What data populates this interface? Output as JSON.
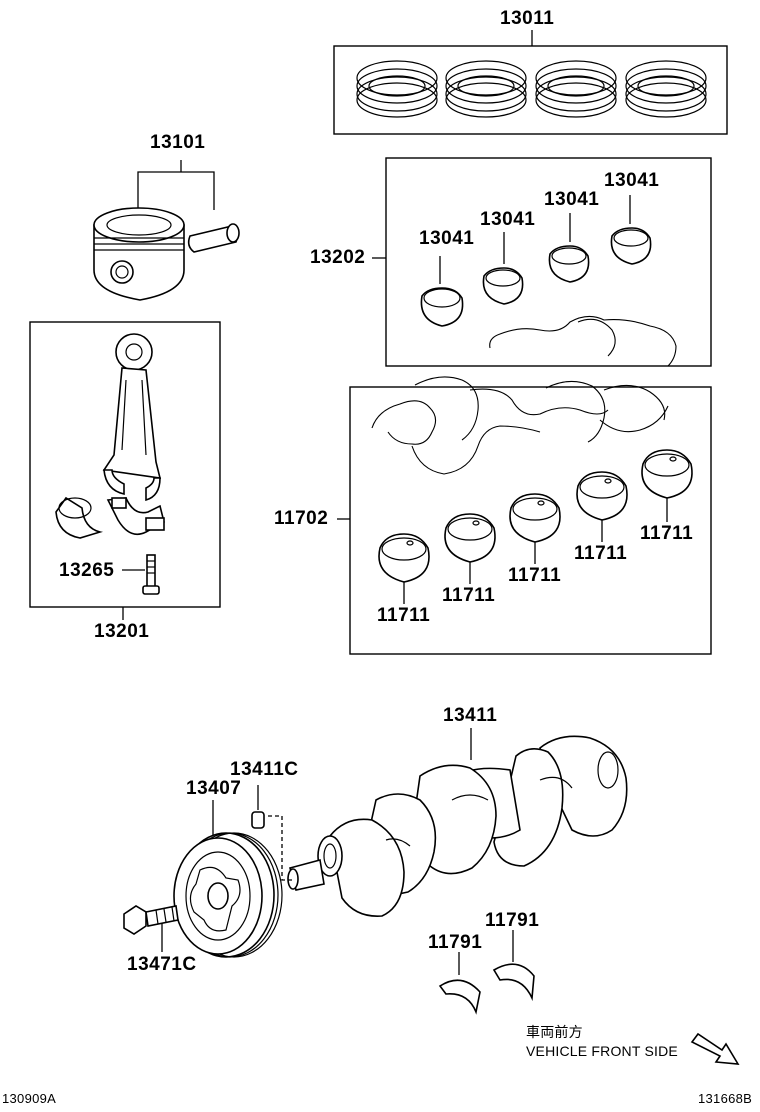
{
  "labels": {
    "piston_rings": "13011",
    "piston": "13101",
    "conrod_bearing_set": "13202",
    "conrod_bearing_1": "13041",
    "conrod_bearing_2": "13041",
    "conrod_bearing_3": "13041",
    "conrod_bearing_4": "13041",
    "conrod_assembly": "13201",
    "conrod_bolt": "13265",
    "main_bearing_set": "11702",
    "main_bearing_1": "11711",
    "main_bearing_2": "11711",
    "main_bearing_3": "11711",
    "main_bearing_4": "11711",
    "main_bearing_5": "11711",
    "crankshaft": "13411",
    "crank_key": "13411C",
    "pulley": "13407",
    "pulley_bolt": "13471C",
    "thrust_washer_1": "11791",
    "thrust_washer_2": "11791"
  },
  "note": {
    "japanese": "車両前方",
    "english": "VEHICLE FRONT SIDE"
  },
  "footer": {
    "left_code": "130909A",
    "right_code": "131668B"
  }
}
